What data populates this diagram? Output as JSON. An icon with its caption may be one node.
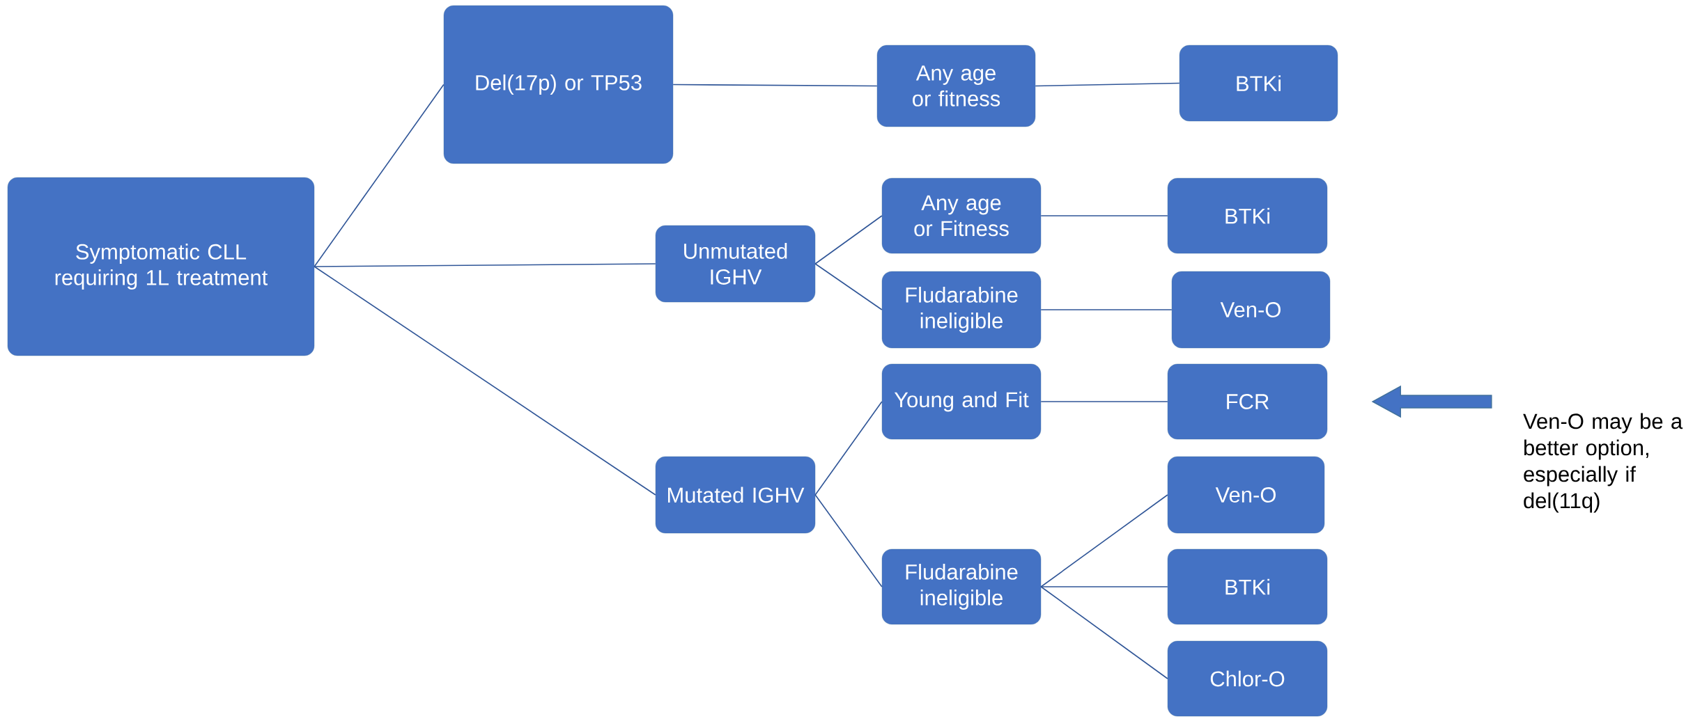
{
  "diagram": {
    "nodes": [
      {
        "text": [
          "Symptomatic CLL requiring 1L treatment"
        ]
      },
      {
        "text": [
          "Del(17p) or TP53"
        ]
      },
      {
        "text": [
          "Unmutated IGHV"
        ]
      },
      {
        "text": [
          "Mutated IGHV"
        ]
      },
      {
        "text": [
          "Any age or fitness"
        ]
      },
      {
        "text": [
          "Any age or Fitness"
        ]
      },
      {
        "text": [
          "Fludarabine ineligible"
        ]
      },
      {
        "text": [
          "Young and Fit"
        ]
      },
      {
        "text": [
          "Fludarabine ineligible"
        ]
      },
      {
        "text": [
          "BTKi"
        ]
      },
      {
        "text": [
          "BTKi"
        ]
      },
      {
        "text": [
          "Ven-O"
        ]
      },
      {
        "text": [
          "FCR"
        ]
      },
      {
        "text": [
          "Ven-O"
        ]
      },
      {
        "text": [
          "BTKi"
        ]
      },
      {
        "text": [
          "Chlor-O"
        ]
      },
      {
        "text": [
          "Ven-O may be a better option, especially if del(11q)"
        ]
      }
    ],
    "edges": [
      {
        "from": 0,
        "to": 1,
        "arrow": "none"
      },
      {
        "from": 0,
        "to": 2,
        "arrow": "none"
      },
      {
        "from": 0,
        "to": 3,
        "arrow": "none"
      },
      {
        "from": 1,
        "to": 4,
        "arrow": "none"
      },
      {
        "from": 2,
        "to": 5,
        "arrow": "none"
      },
      {
        "from": 2,
        "to": 6,
        "arrow": "none"
      },
      {
        "from": 3,
        "to": 7,
        "arrow": "none"
      },
      {
        "from": 3,
        "to": 8,
        "arrow": "none"
      },
      {
        "from": 4,
        "to": 9,
        "arrow": "none"
      },
      {
        "from": 5,
        "to": 10,
        "arrow": "none"
      },
      {
        "from": 6,
        "to": 11,
        "arrow": "none"
      },
      {
        "from": 7,
        "to": 12,
        "arrow": "none"
      },
      {
        "from": 8,
        "to": 13,
        "arrow": "none"
      },
      {
        "from": 8,
        "to": 14,
        "arrow": "none"
      },
      {
        "from": 8,
        "to": 15,
        "arrow": "none"
      },
      {
        "from": 16,
        "to": 12,
        "arrow": "to",
        "style": "thick"
      }
    ]
  }
}
